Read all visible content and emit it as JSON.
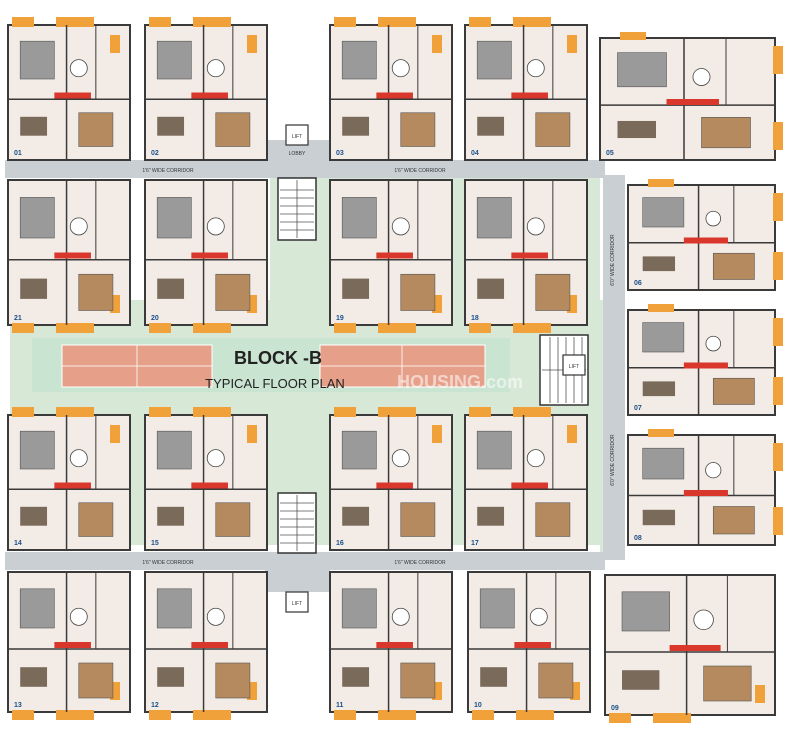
{
  "title": "BLOCK -B",
  "subtitle": "TYPICAL FLOOR PLAN",
  "watermark": "HOUSING.com",
  "corridor_labels": {
    "top_left": "1'6\" WIDE CORRIDOR",
    "top_right": "1'6\" WIDE CORRIDOR",
    "bottom_left": "1'6\" WIDE CORRIDOR",
    "bottom_right": "1'6\" WIDE CORRIDOR",
    "right_upper": "6'0\" WIDE CORRIDOR",
    "right_lower": "6'0\" WIDE CORRIDOR"
  },
  "lift_labels": {
    "top": "LIFT",
    "right": "LIFT",
    "bottom": "LIFT",
    "lobby": "LOBBY"
  },
  "unit_numbers": [
    "01",
    "02",
    "03",
    "04",
    "05",
    "21",
    "20",
    "19",
    "18",
    "06",
    "07",
    "14",
    "15",
    "16",
    "17",
    "08",
    "13",
    "12",
    "11",
    "10",
    "09"
  ],
  "colors": {
    "room_floor": "#f3ece6",
    "wall": "#3a3a3a",
    "balcony": "#f0a13a",
    "red_tag": "#d9372b",
    "garden": "#d7e8d7",
    "court": "#c9e4d0",
    "tennis": "#e6a08a",
    "corridor": "#c9cfd3"
  }
}
